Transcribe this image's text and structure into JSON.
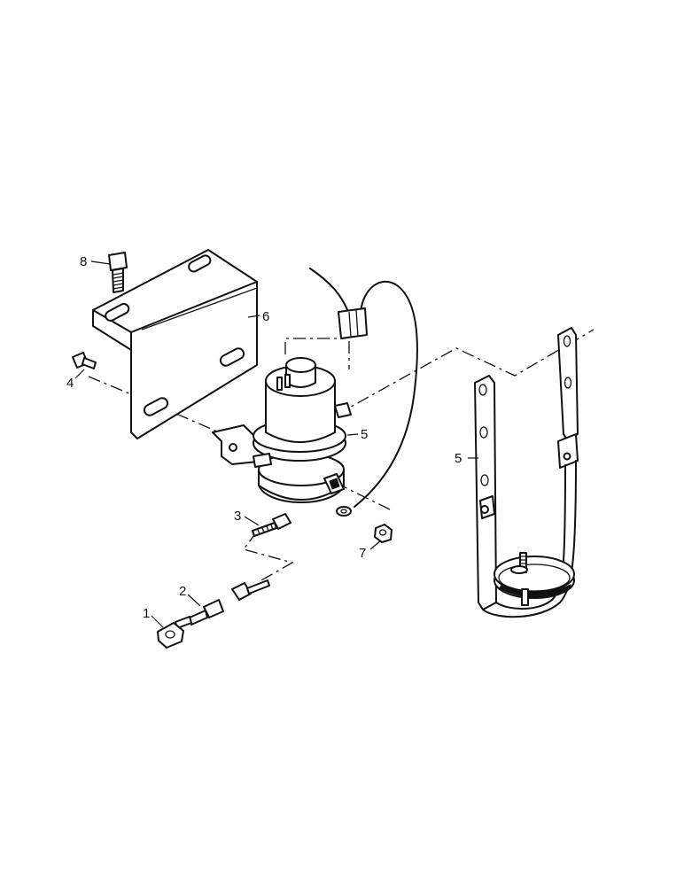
{
  "callouts": {
    "c1": "1",
    "c2": "2",
    "c3": "3",
    "c4": "4",
    "c5_pump": "5",
    "c5_bracket": "5",
    "c6": "6",
    "c7": "7",
    "c8": "8"
  }
}
